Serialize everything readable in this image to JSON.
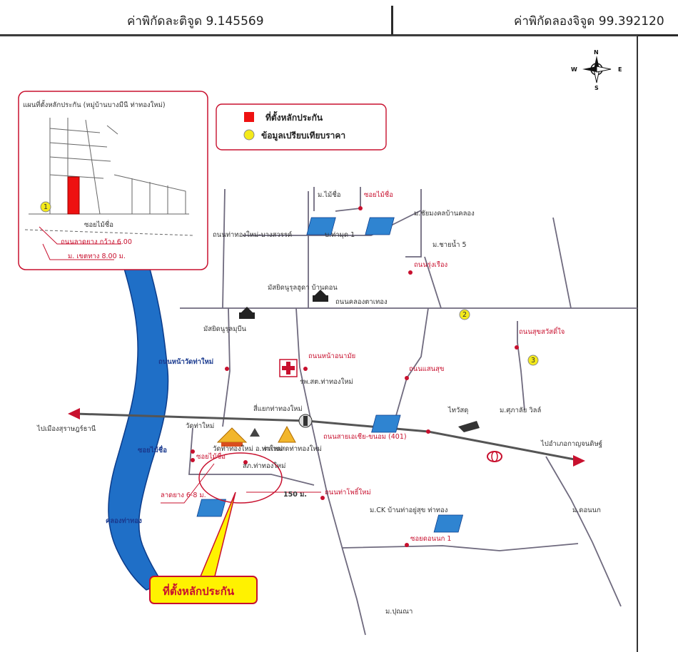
{
  "header": {
    "latitude": "ค่าพิกัดละติจูด 9.145569",
    "longitude": "ค่าพิกัดลองจิจูด 99.392120"
  },
  "compass": {
    "n": "N",
    "s": "S",
    "e": "E",
    "w": "W"
  },
  "legend": {
    "collateral": "ที่ตั้งหลักประกัน",
    "comparable": "ข้อมูลเปรียบเทียบราคา"
  },
  "inset": {
    "title": "แผนที่ตั้งหลักประกัน (หมู่บ้านบางมีนี ท่าทองใหม่)",
    "soi": "ซอยไม้ชื่อ",
    "road_width": "ถนนลาดยาง กว้าง 6.00",
    "drain_width": "ม. เขตทาง 8.00 ม.",
    "marker": "1"
  },
  "markers": {
    "m2": "2",
    "m3": "3"
  },
  "labels": {
    "moo_maichue": "ม.ไม้ชื่อ",
    "soi_maichue": "ซอยไม้ชื่อ",
    "mu_bankhong": "ม.ชัยมงคลบ้านคลอง",
    "road_thathong": "ถนนท่าทองใหม่-บางสวรรค์",
    "ban_mumut": "บ.ท่ามุด 1",
    "mu_khao": "ม.ชายน้ำ 5",
    "soi_rungrueang": "ถนนรุ่งเรือง",
    "wat_lang": "มัสยิดนูรุลฮูดา บ้านดอน",
    "road_khlong": "ถนนคลองตาเทอง",
    "mosque2": "มัสยิดนูรุลมุบีน",
    "road_salaeng": "ถนนสุขสวัสดิ์ใจ",
    "road_front_temple": "ถนนหน้าวัดท่าใหม่",
    "road_health": "ถนนหน้าอนามัย",
    "hospital": "รพ.สต.ท่าทองใหม่",
    "road_saensuk": "ถนนแสนสุข",
    "junction": "สี่แยกท่าทองใหม่",
    "to_surat": "ไปเมืองสุราษฎร์ธานี",
    "to_kanchanadit": "ไปอำเภอกาญจนดิษฐ์",
    "thai_watsadu": "ไทวัสดุ",
    "mu_suchada": "ม.ศุภาลัย วิลล์",
    "wat_thai": "วัดท่าใหม่",
    "wat_tham": "วัดท่าทองใหม่ อ.ท่าใหม่",
    "police": "สภ.ท่าทองใหม่",
    "route_401": "ถนนสายเอเชีย-ขนอม (401)",
    "soi_maichue2": "ซอยไม้ชื่อ",
    "soi_maichue3": "ซอยไม้ชื่อ",
    "market": "ตลาดสดท่าทองใหม่",
    "width_label": "ลาดยาง 6-8 ม.",
    "distance": "150 ม.",
    "khlong": "คลองท่าทอง",
    "road_phonsuk": "ถนนท่าโพธิ์ใหม่",
    "ck_home": "ม.CK บ้านท่าอยู่สุข ท่าทอง",
    "mu_kanchana": "ม.ดอนนก",
    "soi_sutwai": "ซอยดอนนก 1",
    "mu_putsa": "ม.ปุณณา"
  },
  "callout": "ที่ตั้งหลักประกัน",
  "colors": {
    "river": "#1f6fc7",
    "road": "#6f6a7e",
    "accent_red": "#c8102e",
    "marker_yellow": "#f4ea1a",
    "callout_bg": "#fff200",
    "solar": "#2f84d1"
  }
}
